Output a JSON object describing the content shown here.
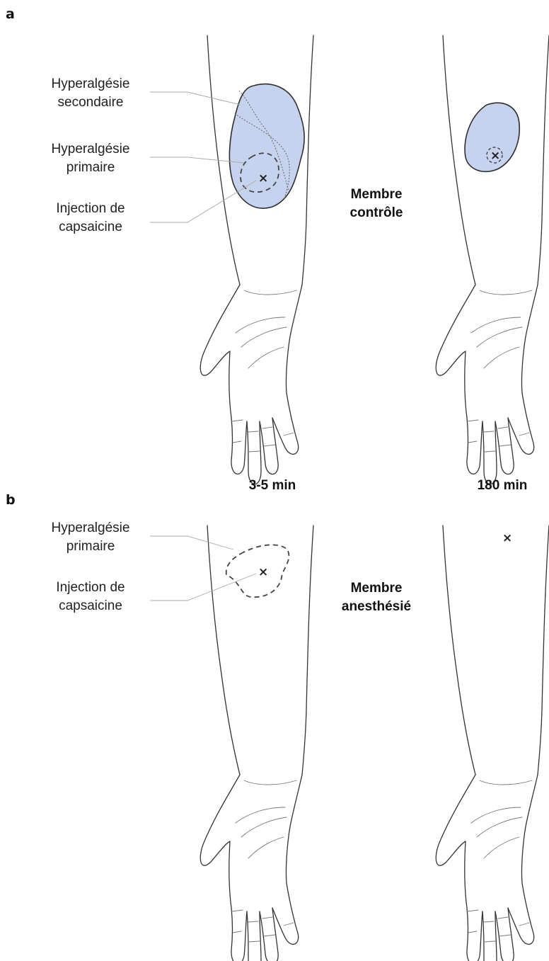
{
  "panels": [
    {
      "letter": "a",
      "label_secondary_1": "Hyperalgésie",
      "label_secondary_2": "secondaire",
      "label_primary_1": "Hyperalgésie",
      "label_primary_2": "primaire",
      "label_injection_1": "Injection de",
      "label_injection_2": "capsaicine",
      "limb_label_1": "Membre",
      "limb_label_2": "contrôle",
      "time_left": "3-5 min",
      "time_right": "180 min"
    },
    {
      "letter": "b",
      "label_primary_1": "Hyperalgésie",
      "label_primary_2": "primaire",
      "label_injection_1": "Injection de",
      "label_injection_2": "capsaicine",
      "limb_label_1": "Membre",
      "limb_label_2": "anesthésié"
    }
  ],
  "injection_marker": "×",
  "colors": {
    "secondary_area": "#c6d3ee",
    "outline": "#333333"
  }
}
